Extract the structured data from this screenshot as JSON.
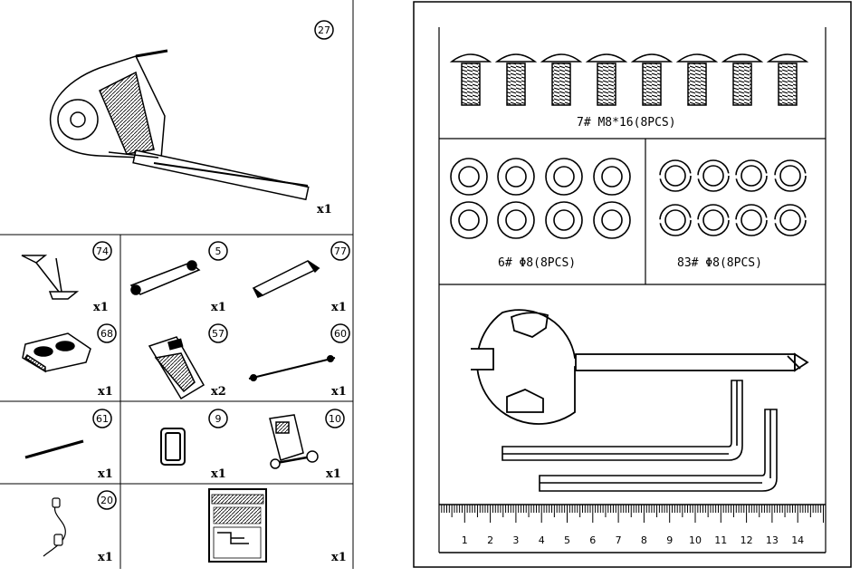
{
  "left_panel": {
    "parts": [
      {
        "id": "27",
        "qty": "x1"
      },
      {
        "id": "74",
        "qty": "x1"
      },
      {
        "id": "5",
        "qty": "x1"
      },
      {
        "id": "77",
        "qty": "x1"
      },
      {
        "id": "68",
        "qty": "x1"
      },
      {
        "id": "57",
        "qty": "x2"
      },
      {
        "id": "60",
        "qty": "x1"
      },
      {
        "id": "61",
        "qty": "x1"
      },
      {
        "id": "9",
        "qty": "x1"
      },
      {
        "id": "10",
        "qty": "x1"
      },
      {
        "id": "20",
        "qty": "x1"
      },
      {
        "id": "",
        "qty": "x1"
      }
    ]
  },
  "hardware": {
    "bolts_label": "7#   M8*16(8PCS)",
    "flat_washers_label": "6#   Φ8(8PCS)",
    "spring_washers_label": "83#   Φ8(8PCS)"
  },
  "ruler": {
    "labels": [
      "1",
      "2",
      "3",
      "4",
      "5",
      "6",
      "7",
      "8",
      "9",
      "10",
      "11",
      "12",
      "13",
      "14"
    ]
  }
}
